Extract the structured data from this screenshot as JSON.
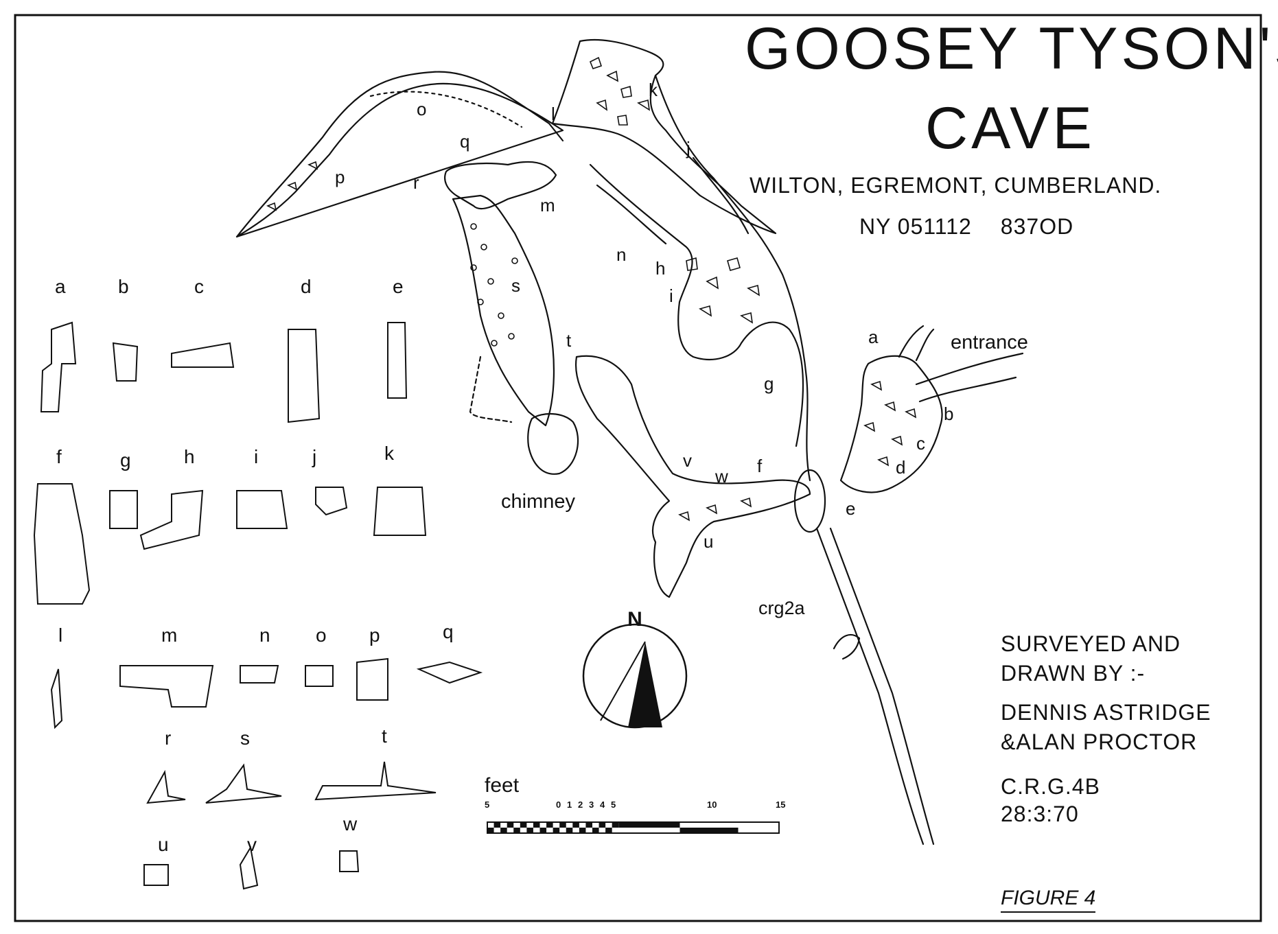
{
  "map": {
    "title_line1": "GOOSEY TYSON'S",
    "title_line2": "CAVE",
    "location": "WILTON, EGREMONT, CUMBERLAND.",
    "grid_ref": "NY 051112",
    "altitude": "837OD",
    "feature_labels": {
      "entrance": "entrance",
      "chimney": "chimney",
      "crg2a": "crg2a",
      "north": "N"
    },
    "section_markers": [
      "a",
      "b",
      "c",
      "d",
      "e",
      "f",
      "g",
      "h",
      "i",
      "j",
      "k",
      "l",
      "m",
      "n",
      "o",
      "p",
      "q",
      "r",
      "s",
      "t",
      "u",
      "v",
      "w"
    ]
  },
  "credits": {
    "line1": "SURVEYED AND",
    "line2": "DRAWN  BY :-",
    "line3": "DENNIS ASTRIDGE",
    "line4": "&ALAN PROCTOR",
    "line5": "C.R.G.4B",
    "line6": "28:3:70"
  },
  "figure_label": "FIGURE 4",
  "scale": {
    "unit": "feet",
    "ticks": [
      "5",
      "0",
      "1",
      "2",
      "3",
      "4",
      "5",
      "10",
      "15"
    ]
  },
  "colors": {
    "ink": "#111111",
    "paper": "#ffffff"
  }
}
